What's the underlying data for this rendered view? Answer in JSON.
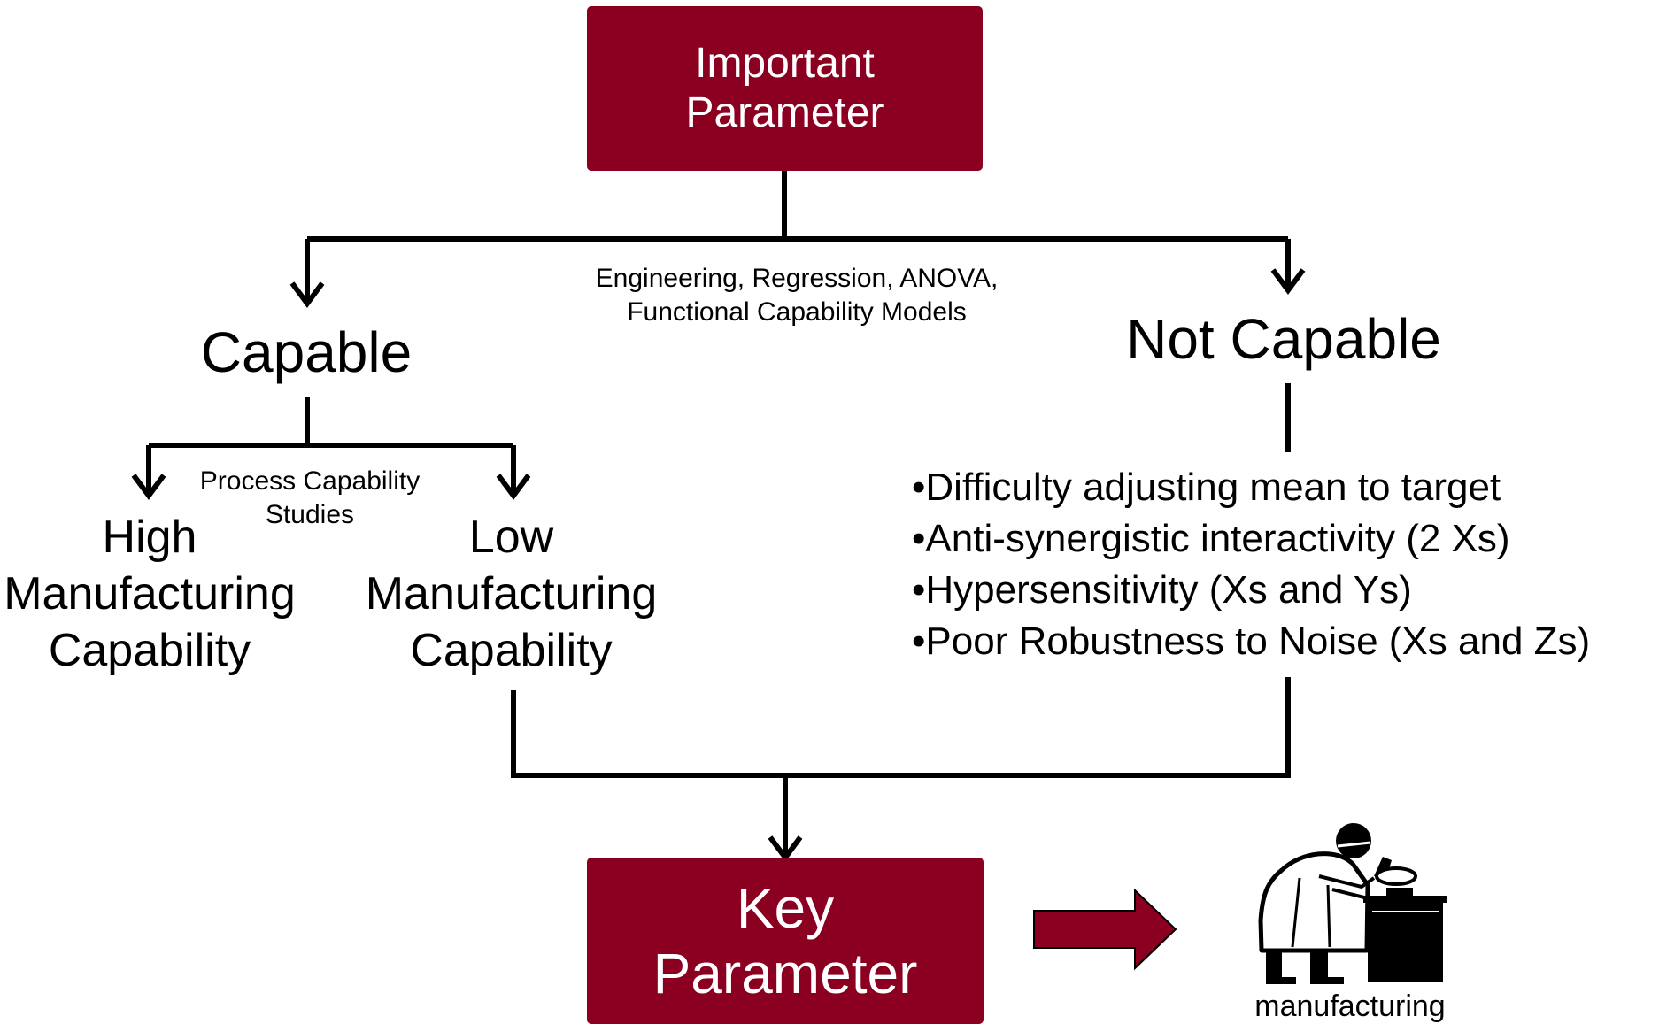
{
  "boxes": {
    "top_lines": [
      "Important",
      "Parameter"
    ],
    "bottom_lines": [
      "Key",
      "Parameter"
    ],
    "fill_color": "#8b0020",
    "text_color": "#ffffff"
  },
  "edge_labels": {
    "methods_lines": [
      "Engineering, Regression, ANOVA,",
      "Functional Capability Models"
    ],
    "process_capability_lines": [
      "Process Capability",
      "Studies"
    ]
  },
  "nodes": {
    "capable": "Capable",
    "not_capable": "Not Capable",
    "high_lines": [
      "High",
      "Manufacturing",
      "Capability"
    ],
    "low_lines": [
      "Low",
      "Manufacturing",
      "Capability"
    ]
  },
  "not_capable_issues": [
    "•Difficulty adjusting mean to target",
    "•Anti-synergistic interactivity (2 Xs)",
    "•Hypersensitivity (Xs and Ys)",
    "•Poor Robustness to Noise (Xs and Zs)"
  ],
  "arrow_color": "#8b0020",
  "icon": {
    "name": "scientist-microscope-icon",
    "caption": "manufacturing"
  }
}
